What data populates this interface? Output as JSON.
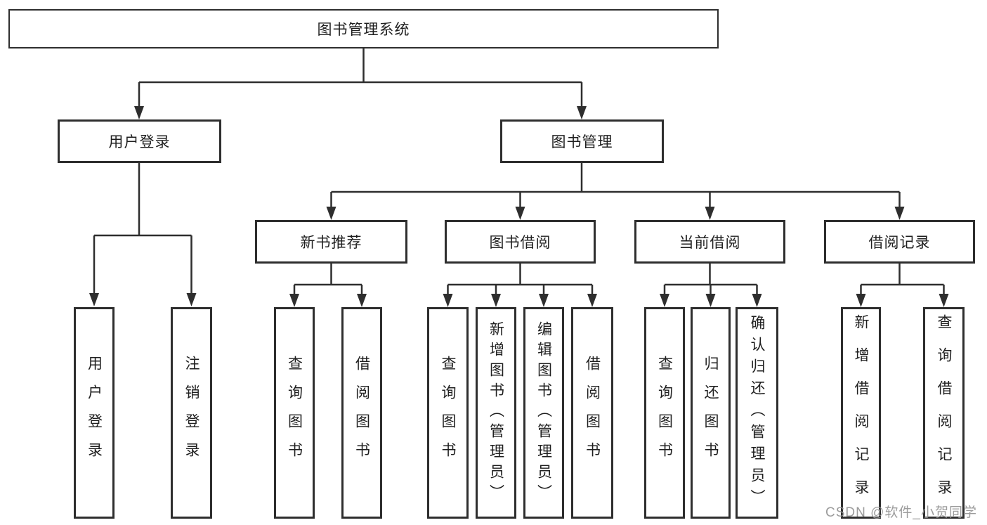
{
  "colors": {
    "line": "#2e2e2e",
    "box_border": "#2e2e2e",
    "text": "#1f1f1f",
    "background": "#ffffff",
    "watermark": "#949494"
  },
  "watermark": "CSDN @软件_小贺同学",
  "diagram": {
    "type": "tree",
    "root": {
      "label": "图书管理系统"
    },
    "branches": [
      {
        "label": "用户登录",
        "children": [
          {
            "label": "用户登录"
          },
          {
            "label": "注销登录"
          }
        ]
      },
      {
        "label": "图书管理",
        "children": [
          {
            "label": "新书推荐",
            "children": [
              {
                "label": "查询图书"
              },
              {
                "label": "借阅图书"
              }
            ]
          },
          {
            "label": "图书借阅",
            "children": [
              {
                "label": "查询图书"
              },
              {
                "label": "新增图书（管理员）"
              },
              {
                "label": "编辑图书（管理员）"
              },
              {
                "label": "借阅图书"
              }
            ]
          },
          {
            "label": "当前借阅",
            "children": [
              {
                "label": "查询图书"
              },
              {
                "label": "归还图书"
              },
              {
                "label": "确认归还（管理员）"
              }
            ]
          },
          {
            "label": "借阅记录",
            "children": [
              {
                "label": "新增借阅记录"
              },
              {
                "label": "查询借阅记录"
              }
            ]
          }
        ]
      }
    ]
  }
}
